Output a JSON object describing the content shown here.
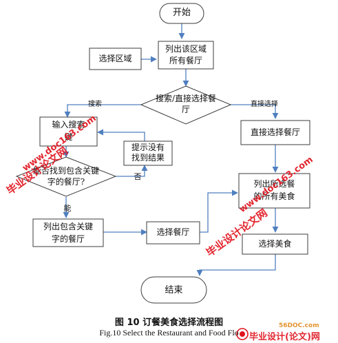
{
  "flowchart": {
    "start": "开始",
    "select_region": "选择区域",
    "list_region_restaurants": [
      "列出该区域",
      "所有餐厅"
    ],
    "search_or_direct": [
      "搜索/直接选择餐",
      "厅"
    ],
    "edge_search": "搜索",
    "edge_direct": "直接选择",
    "input_search_keyword": [
      "输入搜索",
      "键"
    ],
    "found_keyword": [
      "能否找到包含关键",
      "字的餐厅?"
    ],
    "prompt_not_found": [
      "提示没有",
      "找到结果"
    ],
    "edge_no": "否",
    "edge_yes": "能",
    "list_keyword_restaurants": [
      "列出包含关键",
      "字的餐厅"
    ],
    "select_restaurant_search": "选择餐厅",
    "select_restaurant_direct": "直接选择餐厅",
    "list_selected_menu": [
      "列出所选餐",
      "的所有美食"
    ],
    "select_food": "选择美食",
    "end": "结束"
  },
  "caption": {
    "cn": "图 10 订餐美食选择流程图",
    "en": "Fig.10 Select the Restaurant and Food Flo"
  },
  "watermarks": {
    "text_a": "毕业设计论文网",
    "text_b": "www.doc163.com",
    "footer_site": "56DOC.com",
    "footer_brand": "毕业设计(论文)网"
  },
  "colors": {
    "box_border": "#3b3b3b",
    "arrow": "#4f7fbf",
    "watermark_red": "#e0141e"
  }
}
